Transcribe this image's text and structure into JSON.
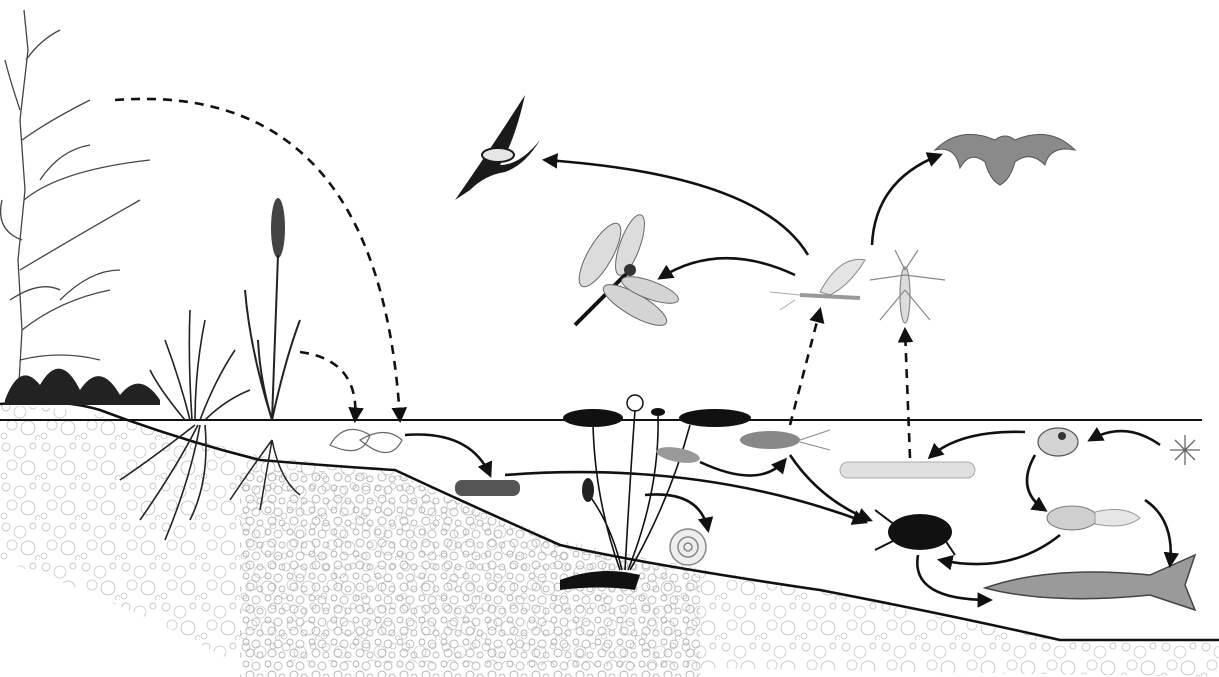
{
  "diagram": {
    "kind": "aquatic-food-web-illustration",
    "colors": {
      "ink": "#111111",
      "sediment": "#b5b5b5",
      "sediment_light": "#cfcfcf",
      "bird": "#1a1a1a",
      "bat": "#8a8a8a",
      "pale": "#d8d8d8"
    },
    "organisms": [
      {
        "id": "tree",
        "icon": "shrub-icon"
      },
      {
        "id": "reed",
        "icon": "reed-icon"
      },
      {
        "id": "grass",
        "icon": "grass-tuft-icon"
      },
      {
        "id": "leaves",
        "icon": "leaf-litter-icon"
      },
      {
        "id": "swallow",
        "icon": "swallow-icon"
      },
      {
        "id": "bat",
        "icon": "bat-icon"
      },
      {
        "id": "dragonfly",
        "icon": "dragonfly-icon"
      },
      {
        "id": "mayfly",
        "icon": "mayfly-icon"
      },
      {
        "id": "mosquito",
        "icon": "mosquito-icon"
      },
      {
        "id": "water-lily",
        "icon": "water-lily-icon"
      },
      {
        "id": "shredder",
        "icon": "caddisfly-larva-icon"
      },
      {
        "id": "snail",
        "icon": "snail-icon"
      },
      {
        "id": "crayfish",
        "icon": "crayfish-icon"
      },
      {
        "id": "nymph",
        "icon": "mayfly-nymph-icon"
      },
      {
        "id": "larva",
        "icon": "midge-larva-icon"
      },
      {
        "id": "beetle",
        "icon": "water-beetle-icon"
      },
      {
        "id": "daphnia",
        "icon": "daphnia-icon"
      },
      {
        "id": "algae",
        "icon": "phytoplankton-icon"
      },
      {
        "id": "tadpole",
        "icon": "tadpole-icon"
      },
      {
        "id": "pike",
        "icon": "pike-icon"
      }
    ],
    "links": [
      {
        "from": "tree",
        "to": "leaves",
        "style": "dashed"
      },
      {
        "from": "reed",
        "to": "leaves",
        "style": "dashed"
      },
      {
        "from": "leaves",
        "to": "shredder",
        "style": "solid"
      },
      {
        "from": "shredder",
        "to": "beetle",
        "style": "solid"
      },
      {
        "from": "water-lily",
        "to": "snail",
        "style": "solid"
      },
      {
        "from": "nymph",
        "to": "mayfly",
        "style": "dashed"
      },
      {
        "from": "mayfly",
        "to": "swallow",
        "style": "solid"
      },
      {
        "from": "mayfly",
        "to": "dragonfly",
        "style": "solid"
      },
      {
        "from": "mayfly",
        "to": "bat",
        "style": "solid"
      },
      {
        "from": "larva",
        "to": "mosquito",
        "style": "dashed"
      },
      {
        "from": "daphnia",
        "to": "larva",
        "style": "solid"
      },
      {
        "from": "algae",
        "to": "daphnia",
        "style": "solid"
      },
      {
        "from": "daphnia",
        "to": "tadpole",
        "style": "solid"
      },
      {
        "from": "tadpole",
        "to": "beetle",
        "style": "solid"
      },
      {
        "from": "tadpole",
        "to": "pike",
        "style": "solid"
      },
      {
        "from": "beetle",
        "to": "pike",
        "style": "solid"
      },
      {
        "from": "nymph",
        "to": "beetle",
        "style": "solid"
      },
      {
        "from": "leaves",
        "to": "nymph",
        "style": "solid"
      }
    ]
  }
}
